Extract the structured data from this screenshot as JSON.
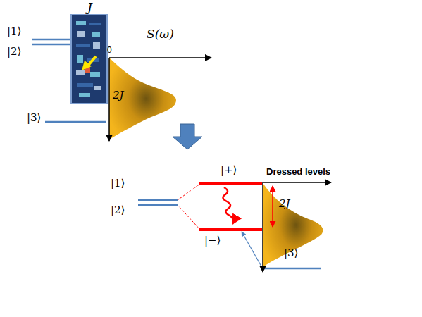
{
  "diagram": {
    "nodes": [
      {
        "text": [
          "J"
        ]
      }
    ],
    "labels": [
      "|1⟩",
      "|2⟩",
      "S(ω)",
      "0",
      "2J",
      "|3⟩",
      "|1⟩",
      "|2⟩",
      "|+⟩",
      "Dressed levels",
      "2J",
      "|−⟩",
      "|3⟩"
    ]
  }
}
